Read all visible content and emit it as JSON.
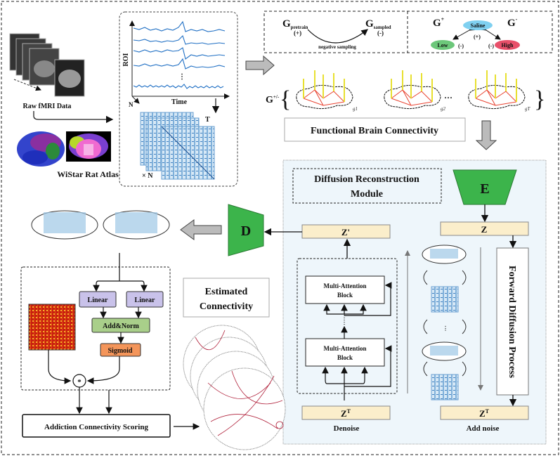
{
  "input": {
    "raw_label": "Raw fMRI Data",
    "atlas_label": "WiStar Rat Atlas"
  },
  "timeseries": {
    "y_axis": "ROI",
    "x_axis": "Time",
    "depth_axis": "N",
    "matrix_count_T": "T",
    "matrix_stack": "× N"
  },
  "sampling": {
    "g_pretrain": "G",
    "g_pretrain_sub": "pretrain",
    "g_pretrain_sign": "(+)",
    "g_sampled": "G",
    "g_sampled_sub": "sampled",
    "g_sampled_sign": "(-)",
    "arrow_label": "negative sampling",
    "g_plus": "G",
    "g_plus_sup": "+",
    "g_minus": "G",
    "g_minus_sup": "-",
    "nodes": [
      {
        "label": "Saline",
        "sign": "(+)",
        "color": "#7fd0f0"
      },
      {
        "label": "Low",
        "sign": "(-)",
        "color": "#6cc77a"
      },
      {
        "label": "High",
        "sign": "(-)",
        "color": "#e8506a"
      }
    ]
  },
  "graph_set": {
    "symbol": "G",
    "symbol_sup": "+/-",
    "graphs": [
      "g1",
      "g2",
      "gT"
    ],
    "ellipsis": "···",
    "title": "Functional Brain Connectivity"
  },
  "diffusion": {
    "title_line1": "Diffusion Reconstruction",
    "title_line2": "Module",
    "encoder": "E",
    "decoder": "D",
    "z": "Z",
    "z_prime": "Z'",
    "zt_left": "Z",
    "zt_right": "Z",
    "zt_sup": "T",
    "block1_line1": "Multi-Attention",
    "block1_line2": "Block",
    "block2_line1": "Multi-Attention",
    "block2_line2": "Block",
    "forward": "Forward Diffusion Process",
    "denoise": "Denoise",
    "add_noise": "Add noise",
    "box_fill": "#fbeecb",
    "panel_fill": "#eef6fb",
    "coder_color": "#3cb44b"
  },
  "scoring": {
    "linear1": "Linear",
    "linear2": "Linear",
    "add_norm": "Add&Norm",
    "sigmoid": "Sigmoid",
    "multiply": "*",
    "scoring_label": "Addiction Connectivity Scoring",
    "estimated_line1": "Estimated",
    "estimated_line2": "Connectivity",
    "linear_color": "#c9c2ea",
    "addnorm_color": "#a9cf8a",
    "sigmoid_color": "#f4955a"
  }
}
